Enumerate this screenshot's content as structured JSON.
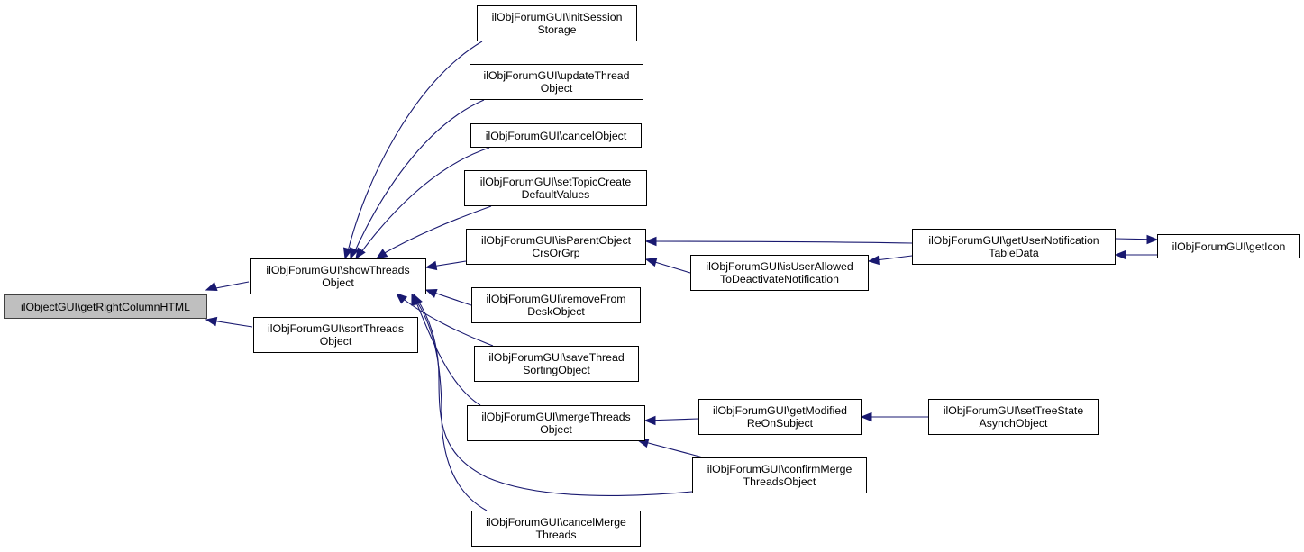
{
  "diagram": {
    "type": "call-graph",
    "edge_color": "#191970",
    "root_fill": "#bfbfbf",
    "nodes": [
      {
        "id": "root",
        "label": "ilObjectGUI\\getRightColumnHTML",
        "root": true
      },
      {
        "id": "showThreads",
        "label": "ilObjForumGUI\\showThreads\nObject"
      },
      {
        "id": "sortThreads",
        "label": "ilObjForumGUI\\sortThreads\nObject"
      },
      {
        "id": "initSession",
        "label": "ilObjForumGUI\\initSession\nStorage"
      },
      {
        "id": "updateThread",
        "label": "ilObjForumGUI\\updateThread\nObject"
      },
      {
        "id": "cancelObject",
        "label": "ilObjForumGUI\\cancelObject"
      },
      {
        "id": "setTopicCreate",
        "label": "ilObjForumGUI\\setTopicCreate\nDefaultValues"
      },
      {
        "id": "isParentObject",
        "label": "ilObjForumGUI\\isParentObject\nCrsOrGrp"
      },
      {
        "id": "removeFromDesk",
        "label": "ilObjForumGUI\\removeFrom\nDeskObject"
      },
      {
        "id": "saveThreadSorting",
        "label": "ilObjForumGUI\\saveThread\nSortingObject"
      },
      {
        "id": "mergeThreads",
        "label": "ilObjForumGUI\\mergeThreads\nObject"
      },
      {
        "id": "cancelMerge",
        "label": "ilObjForumGUI\\cancelMerge\nThreads"
      },
      {
        "id": "isUserAllowed",
        "label": "ilObjForumGUI\\isUserAllowed\nToDeactivateNotification"
      },
      {
        "id": "getUserNotification",
        "label": "ilObjForumGUI\\getUserNotification\nTableData"
      },
      {
        "id": "getIcon",
        "label": "ilObjForumGUI\\getIcon"
      },
      {
        "id": "getModified",
        "label": "ilObjForumGUI\\getModified\nReOnSubject"
      },
      {
        "id": "confirmMerge",
        "label": "ilObjForumGUI\\confirmMerge\nThreadsObject"
      },
      {
        "id": "setTreeState",
        "label": "ilObjForumGUI\\setTreeState\nAsynchObject"
      }
    ],
    "edges": [
      {
        "from": "showThreads",
        "to": "root"
      },
      {
        "from": "sortThreads",
        "to": "root"
      },
      {
        "from": "initSession",
        "to": "showThreads"
      },
      {
        "from": "updateThread",
        "to": "showThreads"
      },
      {
        "from": "cancelObject",
        "to": "showThreads"
      },
      {
        "from": "setTopicCreate",
        "to": "showThreads"
      },
      {
        "from": "isParentObject",
        "to": "showThreads"
      },
      {
        "from": "removeFromDesk",
        "to": "showThreads"
      },
      {
        "from": "saveThreadSorting",
        "to": "showThreads"
      },
      {
        "from": "mergeThreads",
        "to": "showThreads"
      },
      {
        "from": "cancelMerge",
        "to": "showThreads"
      },
      {
        "from": "confirmMerge",
        "to": "showThreads"
      },
      {
        "from": "isUserAllowed",
        "to": "isParentObject"
      },
      {
        "from": "getUserNotification",
        "to": "isParentObject"
      },
      {
        "from": "getUserNotification",
        "to": "isUserAllowed"
      },
      {
        "from": "getIcon",
        "to": "getUserNotification"
      },
      {
        "from": "getUserNotification",
        "to": "getIcon"
      },
      {
        "from": "getModified",
        "to": "mergeThreads"
      },
      {
        "from": "confirmMerge",
        "to": "mergeThreads"
      },
      {
        "from": "setTreeState",
        "to": "getModified"
      }
    ]
  }
}
